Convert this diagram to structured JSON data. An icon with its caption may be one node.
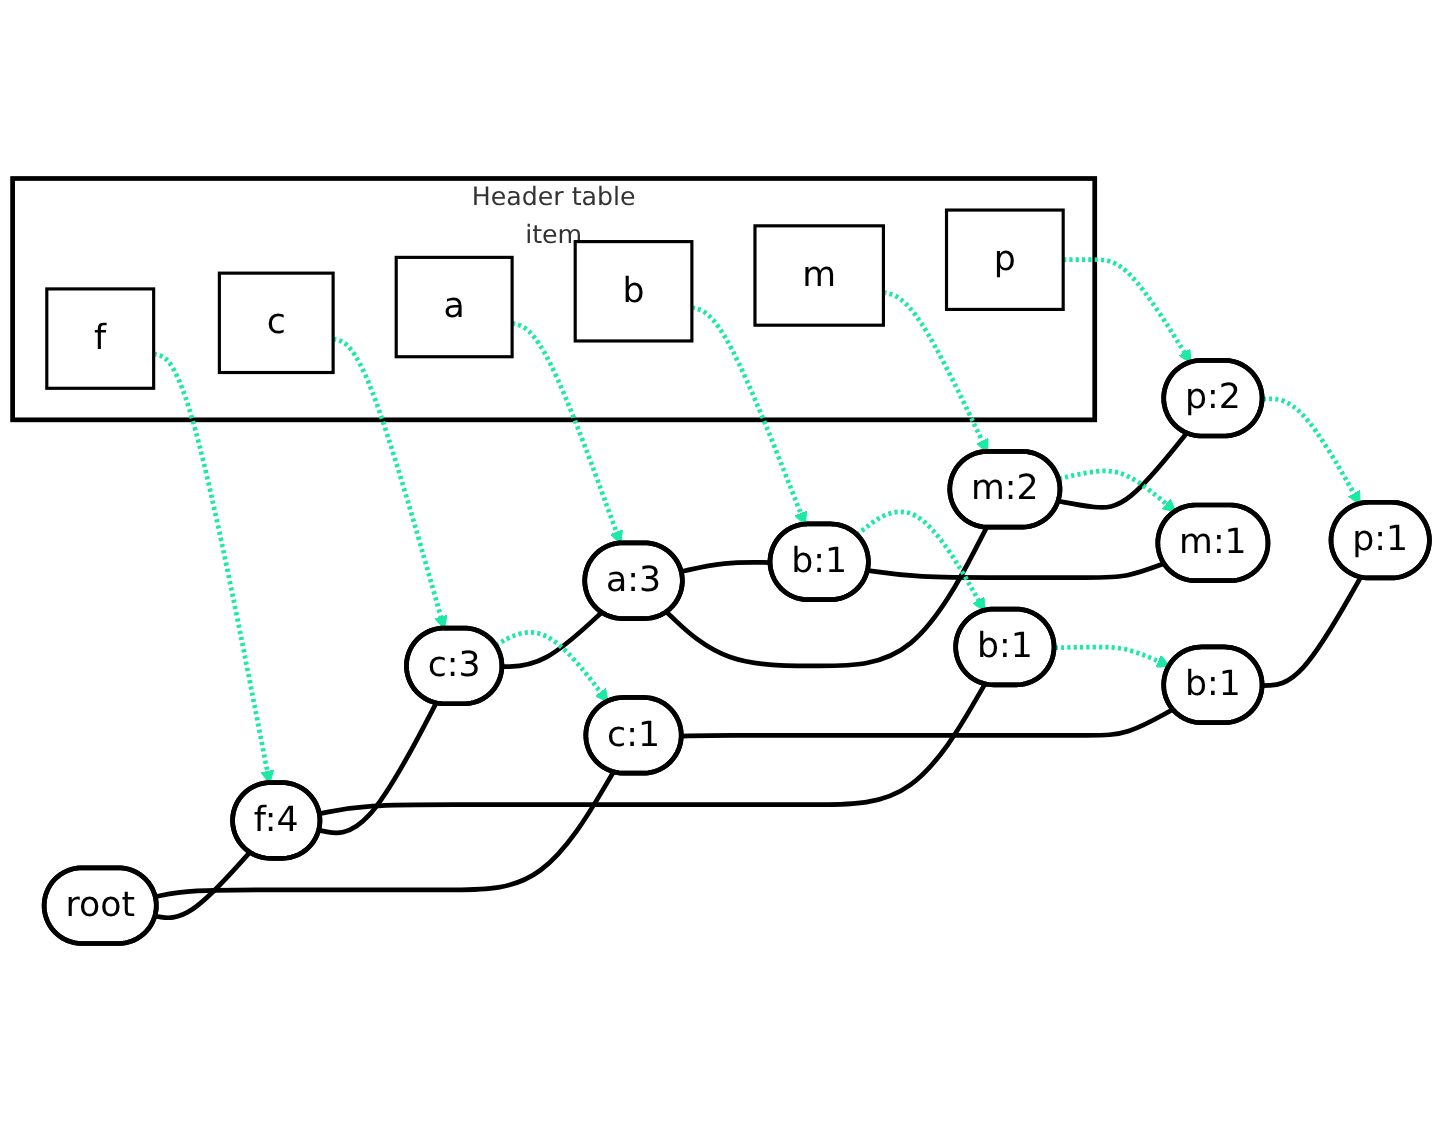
{
  "diagram": {
    "nodes": [
      {
        "text": [
          "Header table",
          "item"
        ]
      },
      {
        "text": [
          "f"
        ],
        "in": 0
      },
      {
        "text": [
          "c"
        ],
        "in": 0
      },
      {
        "text": [
          "a"
        ],
        "in": 0
      },
      {
        "text": [
          "b"
        ],
        "in": 0
      },
      {
        "text": [
          "m"
        ],
        "in": 0
      },
      {
        "text": [
          "p"
        ],
        "in": 0
      },
      {
        "text": [
          "root"
        ]
      },
      {
        "text": [
          "f:4"
        ]
      },
      {
        "text": [
          "c:1"
        ]
      },
      {
        "text": [
          "c:3"
        ]
      },
      {
        "text": [
          "b:1"
        ]
      },
      {
        "text": [
          "b:1"
        ]
      },
      {
        "text": [
          "a:3"
        ]
      },
      {
        "text": [
          "p:1"
        ]
      },
      {
        "text": [
          "m:2"
        ]
      },
      {
        "text": [
          "b:1"
        ]
      },
      {
        "text": [
          "p:2"
        ]
      },
      {
        "text": [
          "m:1"
        ]
      }
    ],
    "edges": [
      {
        "from": 7,
        "to": 8,
        "arrow": "none"
      },
      {
        "from": 7,
        "to": 9,
        "arrow": "none"
      },
      {
        "from": 8,
        "to": 10,
        "arrow": "none"
      },
      {
        "from": 8,
        "to": 11,
        "arrow": "none"
      },
      {
        "from": 9,
        "to": 12,
        "arrow": "none"
      },
      {
        "from": 10,
        "to": 13,
        "arrow": "none"
      },
      {
        "from": 12,
        "to": 14,
        "arrow": "none"
      },
      {
        "from": 13,
        "to": 15,
        "arrow": "none"
      },
      {
        "from": 13,
        "to": 16,
        "arrow": "none"
      },
      {
        "from": 15,
        "to": 17,
        "arrow": "none"
      },
      {
        "from": 16,
        "to": 18,
        "arrow": "none"
      },
      {
        "from": 1,
        "to": 8,
        "arrow": "to",
        "style": "dashed",
        "color": "#1de9a6"
      },
      {
        "from": 2,
        "to": 10,
        "arrow": "to",
        "style": "dashed",
        "color": "#1de9a6"
      },
      {
        "from": 10,
        "to": 9,
        "arrow": "to",
        "style": "dashed",
        "color": "#1de9a6"
      },
      {
        "from": 11,
        "to": 12,
        "arrow": "to",
        "style": "dashed",
        "color": "#1de9a6"
      },
      {
        "from": 3,
        "to": 13,
        "arrow": "to",
        "style": "dashed",
        "color": "#1de9a6"
      },
      {
        "from": 4,
        "to": 16,
        "arrow": "to",
        "style": "dashed",
        "color": "#1de9a6"
      },
      {
        "from": 16,
        "to": 11,
        "arrow": "to",
        "style": "dashed",
        "color": "#1de9a6"
      },
      {
        "from": 5,
        "to": 15,
        "arrow": "to",
        "style": "dashed",
        "color": "#1de9a6"
      },
      {
        "from": 15,
        "to": 18,
        "arrow": "to",
        "style": "dashed",
        "color": "#1de9a6"
      },
      {
        "from": 6,
        "to": 17,
        "arrow": "to",
        "style": "dashed",
        "color": "#1de9a6"
      },
      {
        "from": 17,
        "to": 14,
        "arrow": "to",
        "style": "dashed",
        "color": "#1de9a6"
      }
    ]
  }
}
